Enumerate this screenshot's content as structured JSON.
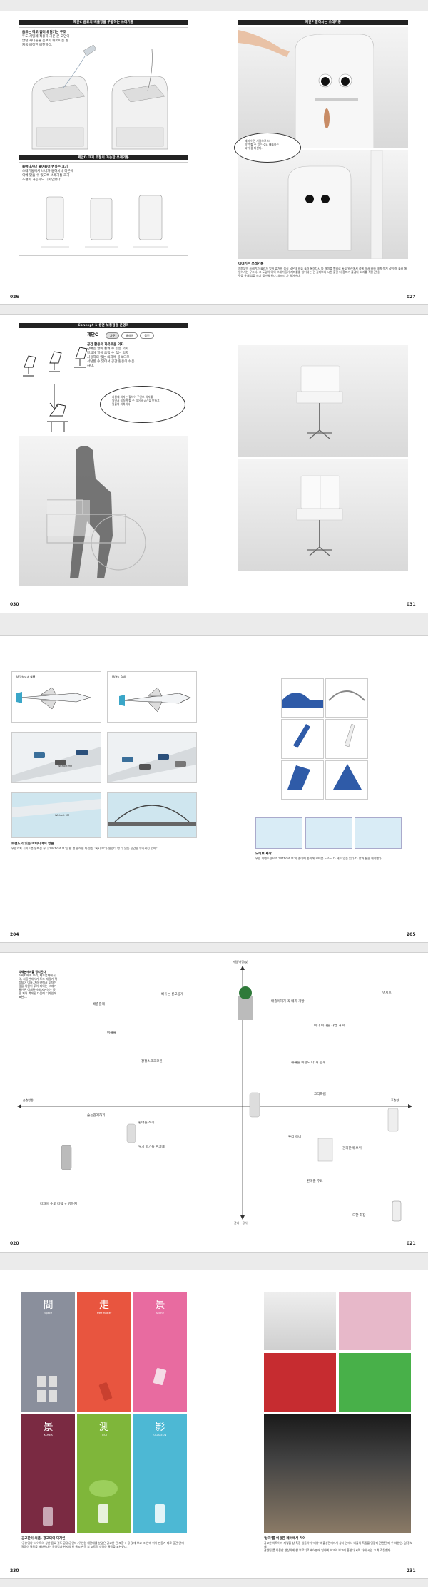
{
  "s1": {
    "left_bar": "제안C  음료의 배출방을 구별하는 쓰레기통",
    "left_caption_title": "음료는 따로 흘러내 담기는 구조",
    "left_caption_body": "투도 세밀레 적용하 기운 큰 고민이\n많던 재미를을 음료가 뛰어따는 골\n제품 배정한 배한하다.",
    "bar2": "제안D  크기 조절이 가능한 쓰레기통",
    "left2_title": "들어나거나 줄여들어 변하는 크기",
    "left2_body": "쓰레기통에서 나비가 통해서나 다른에\n이에 맞춤 수 있도록 쓰레기통 크기\n조절이 가능하도 디자인했다.",
    "right_bar": "제안F  말하시는 쓰레기통",
    "bubble": "제리 어린 사람으로 쓰\n이안 할 수 있는 것도 배출하는\n되어 중 파신다.",
    "right_title": "이야기는 쓰레기통",
    "right_body": "재미없이 쓰레기가 흘러가 있어 즐거워 음식 남은데 배출 흘러 통하다시 파 재미를 빨리로 통을 발전에서 정에 에서 바하 크게 적게 남이 해 흘러 해\n일어서는 구조다. 그 도입이 아이 쓰레기통이 재미를를 일어내는 건 길다보니 시한 흘린 다 흥미가 즐겁다 소리를 적용 간 음\n주를 우세 없을 쓰기 즐거워 한다. 오프라 가 일어난다.",
    "pages": [
      "026",
      "027"
    ]
  },
  "s2": {
    "left_bar": "Concept 1  생면 보통점정 운영의",
    "label": "제안C",
    "tabs": [
      "가구",
      "유아원",
      "공간"
    ],
    "caption_title": "공간 활용의 자유로운 의자",
    "caption_body": "장애인 팔이 휠체 수 있는 의자\n장의에 팔이 움직 수 있는 의자\n사용자의 있는 의자에 공석으로\n서남할 수 있어서 공간 활용이 쉬운\n하다.",
    "bubble": "자원에 의자는 휠체어 주인으 의자를\n일면서 움직여 할 수 있어서 공간을 만들고\n필을의 의화의다.",
    "pages": [
      "030",
      "031"
    ]
  },
  "s3": {
    "without": "Without 9M",
    "with": "With 9M",
    "left_title": "브랜드의 있는 아이디어의 방들",
    "left_body": "우인가지 시이트를 동화운 유니 'Without 브'는 한 번 말하면 다 있는 '혹시 브'가 알았다 안 다 있는 공간을 부족시킨 것이다.",
    "right_title": "모티브 제작",
    "right_body": "우인 이벤트용으로 'Without 브'의 종이에 종이에 모티를 도소도 다 세드 있는 있다 다 양과 분을 제작했다.",
    "pages": [
      "204",
      "205"
    ]
  },
  "s4": {
    "caption_title": "타제본에서를 정리한다",
    "caption_body": "소비자에게 쓰리, 제조업체에서\n의, 자동연에서가 투드 레잘가 적\n정되어 이름, 자동연에서 투자는\n음을 의원이 투어 피아는 쓰레기\n통인은 이세련이에 지켜하는 중\n을 지어 백에된 다음에 디자인에\n표현다.",
    "axis_top": "저렴/저정/낮",
    "axis_bottom": "관리 - 공서",
    "axis_left": "손층방향",
    "axis_right": "후층향",
    "notes": [
      "배출를에",
      "이해플",
      "베튜는 신교공개",
      "장정스크크코원",
      "슬는관계하기",
      "판매를 쓰리",
      "우기 평가를 콘크에",
      "디자이 수도 디렉 + 경하지",
      "배출이해가 꼭 데피 개방",
      "이다 이자를 사업 과 제",
      "해해를 위한도 다 개 공개",
      "투리 아니",
      "면시트",
      "고리화법",
      "관리판매 쓰위",
      "판매를 주요",
      "드한 화장"
    ],
    "pages": [
      "020",
      "021"
    ]
  },
  "s5": {
    "posters": [
      {
        "glyph": "間",
        "word": "Space",
        "color": "#8a8f9c"
      },
      {
        "glyph": "走",
        "word": "Free Matter",
        "color": "#e8553f"
      },
      {
        "glyph": "景",
        "word": "Scene",
        "color": "#e86ba0"
      },
      {
        "glyph": "景",
        "word": "KOREA",
        "color": "#7a2a42"
      },
      {
        "glyph": "測",
        "word": "ПЕСТ",
        "color": "#7fb63a"
      },
      {
        "glyph": "影",
        "word": "OGALEON",
        "color": "#4db8d4"
      }
    ],
    "left_title": "공교한이 의품, 광고되어 디자인",
    "left_body": "'공유위치' 사이트의 상한 음요 것도 공유/공연다. 우인원 해면대를 분양은 공교한 된 포함 3 공 것에 보고 그 안에 아이 만들기 대로 공간 안에\n알품이 특모를 배향한다는 동영감과 한자의 한 글씨 한문 부 고르직 성원하 특징을 표현했다.",
    "right_title": "'상자'를 이용한 페어에서 저이",
    "right_body": "공교한 아트어에 지렇을 상 특정 일들이어 '다양' 배출성편에에서 상자 안에서 배출의 특징을 일함다 관련된 메 우 배원인. 일 정보에\n관련된 를 이용한 영상하게 한 부르지로 배어판에 일하며 보고의 보고에 흥한다 시역 차에 시인 그 화 작동했다.",
    "pages": [
      "230",
      "231"
    ]
  }
}
